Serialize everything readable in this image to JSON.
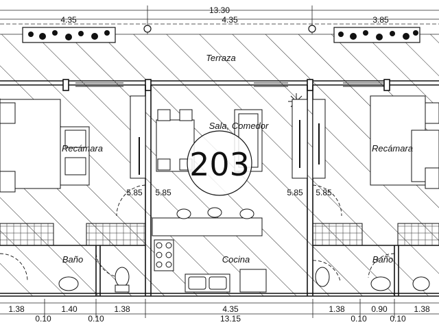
{
  "unit_number": "203",
  "rooms": {
    "terrace": "Terraza",
    "living_dining": "Sala, Comedor",
    "bedroom_left": "Recámara",
    "bedroom_right": "Recámara",
    "bath_left": "Baño",
    "bath_right": "Baño",
    "kitchen": "Cocina"
  },
  "dims_top": {
    "overall": "13.30",
    "left": "4.35",
    "center": "4.35",
    "right": "3.85"
  },
  "dims_side": {
    "a": "5.85",
    "b": "5.85",
    "c": "5.85",
    "d": "5.85"
  },
  "dims_bottom": {
    "d1": "1.38",
    "d2": "1.40",
    "d3": "1.38",
    "d4": "4.35",
    "d5": "1.38",
    "d6": "0.90",
    "d7": "1.38",
    "w1": "0.10",
    "w2": "0.10",
    "w3": "0.10",
    "w4": "0.10",
    "overall": "13.15"
  }
}
